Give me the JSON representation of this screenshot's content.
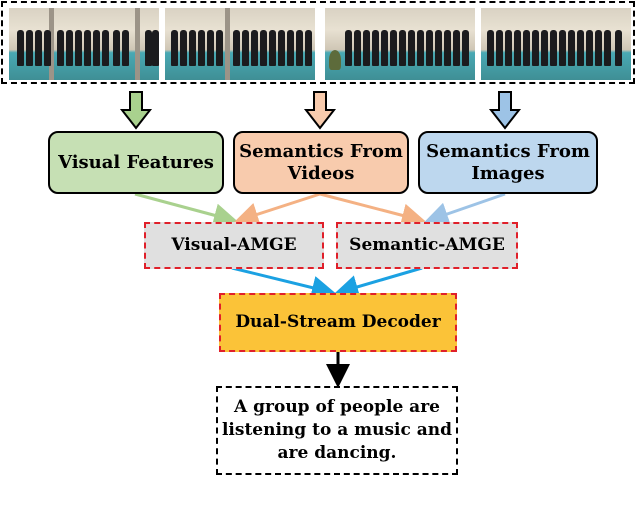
{
  "nodes": {
    "visual_features": "Visual Features",
    "semantics_videos_line1": "Semantics From",
    "semantics_videos_line2": "Videos",
    "semantics_images_line1": "Semantics From",
    "semantics_images_line2": "Images",
    "visual_amge": "Visual-AMGE",
    "semantic_amge": "Semantic-AMGE",
    "decoder": "Dual-Stream Decoder",
    "caption_line1": "A group of people are",
    "caption_line2": "listening to a music and",
    "caption_line3": "are dancing."
  },
  "colors": {
    "visual_features_fill": "#c6e0b4",
    "semantics_videos_fill": "#f8cbad",
    "semantics_images_fill": "#bdd7ee",
    "amge_fill": "#e0e0e0",
    "amge_border": "#e0202a",
    "decoder_fill": "#fbc338",
    "green_link": "#a9d18e",
    "orange_link": "#f4b183",
    "blue_link": "#9dc3e6",
    "cyan_link": "#1ba1e2"
  },
  "icons": [
    "video-frame-1",
    "video-frame-2",
    "video-frame-3",
    "video-frame-4",
    "down-arrow-icon"
  ]
}
